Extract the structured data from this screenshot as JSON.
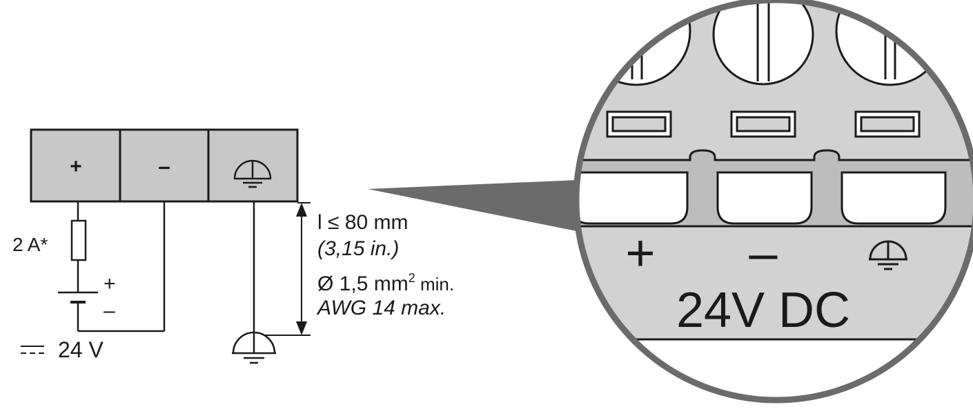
{
  "terminal_block": {
    "plus": "+",
    "minus": "–"
  },
  "fuse_label": "2 A*",
  "supply": {
    "plus": "+",
    "minus": "–",
    "voltage": "24 V"
  },
  "specs": {
    "length": "l ≤ 80 mm",
    "length_in": "(3,15 in.)",
    "section": "Ø 1,5 mm",
    "section_sup": "2",
    "section_suffix": " min.",
    "awg": "AWG 14 max."
  },
  "connector": {
    "plus": "+",
    "minus": "–",
    "voltage": "24V DC"
  },
  "colors": {
    "terminal_fill": "#c8c8c8",
    "magnifier_ring": "#6b6b6b",
    "stroke": "#1a1a1a"
  }
}
